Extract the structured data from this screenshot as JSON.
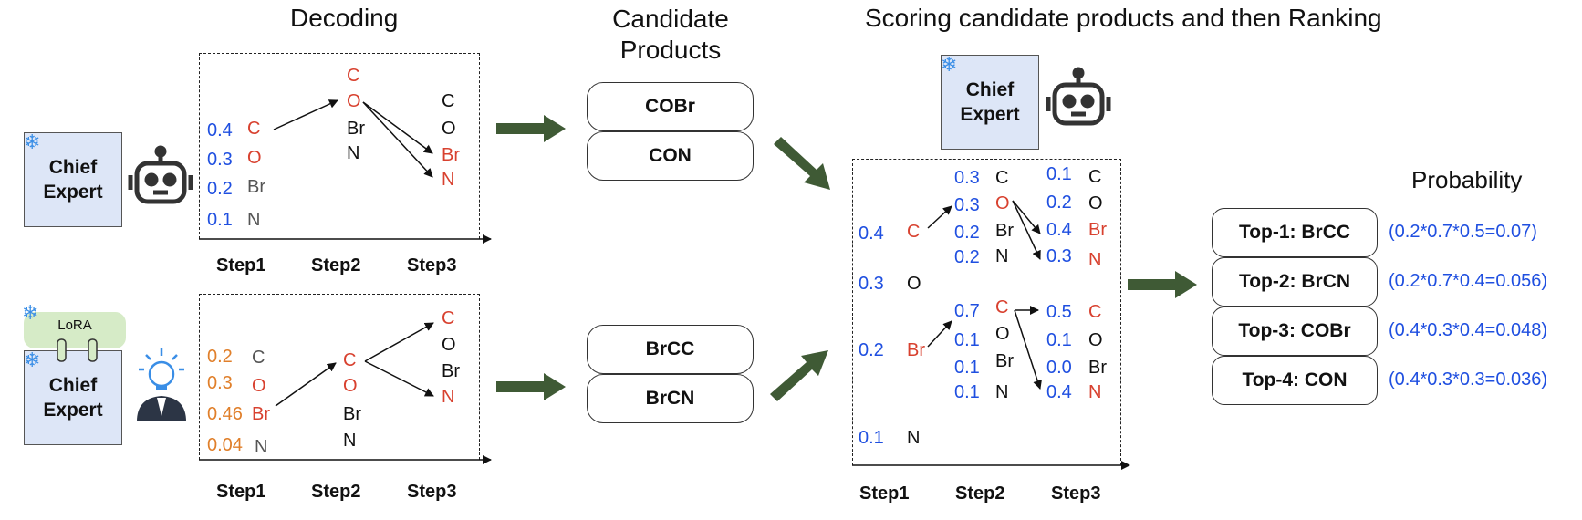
{
  "titles": {
    "decoding": "Decoding",
    "candidates": "Candidate\nProducts",
    "scoring": "Scoring candidate products and then Ranking",
    "probability": "Probability"
  },
  "experts": {
    "label": "Chief\nExpert",
    "lora": "LoRA"
  },
  "steps": [
    "Step1",
    "Step2",
    "Step3"
  ],
  "top_panel": {
    "step1": [
      {
        "p": "0.4",
        "tok": "C"
      },
      {
        "p": "0.3",
        "tok": "O"
      },
      {
        "p": "0.2",
        "tok": "Br"
      },
      {
        "p": "0.1",
        "tok": "N"
      }
    ],
    "step2": [
      "C",
      "O",
      "Br",
      "N"
    ],
    "step3": [
      "C",
      "O",
      "Br",
      "N"
    ]
  },
  "bottom_panel": {
    "step1": [
      {
        "p": "0.2",
        "tok": "C"
      },
      {
        "p": "0.3",
        "tok": "O"
      },
      {
        "p": "0.46",
        "tok": "Br"
      },
      {
        "p": "0.04",
        "tok": "N"
      }
    ],
    "step2": [
      "C",
      "O",
      "Br",
      "N"
    ],
    "step3": [
      "C",
      "O",
      "Br",
      "N"
    ]
  },
  "candidates": [
    "COBr",
    "CON",
    "BrCC",
    "BrCN"
  ],
  "scoring_panel": {
    "step1": [
      {
        "p": "0.4",
        "tok": "C"
      },
      {
        "p": "0.3",
        "tok": "O"
      },
      {
        "p": "0.2",
        "tok": "Br"
      },
      {
        "p": "0.1",
        "tok": "N"
      }
    ],
    "step2_upper": [
      {
        "p": "0.3",
        "tok": "C"
      },
      {
        "p": "0.3",
        "tok": "O"
      },
      {
        "p": "0.2",
        "tok": "Br"
      },
      {
        "p": "0.2",
        "tok": "N"
      }
    ],
    "step3_upper": [
      {
        "p": "0.1",
        "tok": "C"
      },
      {
        "p": "0.2",
        "tok": "O"
      },
      {
        "p": "0.4",
        "tok": "Br"
      },
      {
        "p": "0.3",
        "tok": "N"
      }
    ],
    "step2_lower": [
      {
        "p": "0.7",
        "tok": "C"
      },
      {
        "p": "0.1",
        "tok": "O"
      },
      {
        "p": "0.1",
        "tok": "Br"
      },
      {
        "p": "0.1",
        "tok": "N"
      }
    ],
    "step3_lower": [
      {
        "p": "0.5",
        "tok": "C"
      },
      {
        "p": "0.1",
        "tok": "O"
      },
      {
        "p": "0.0",
        "tok": "Br"
      },
      {
        "p": "0.4",
        "tok": "N"
      }
    ]
  },
  "ranking": [
    {
      "label": "Top-1:  BrCC",
      "prob": "(0.2*0.7*0.5=0.07)"
    },
    {
      "label": "Top-2:  BrCN",
      "prob": "(0.2*0.7*0.4=0.056)"
    },
    {
      "label": "Top-3:  COBr",
      "prob": "(0.4*0.3*0.4=0.048)"
    },
    {
      "label": "Top-4:  CON",
      "prob": "(0.4*0.3*0.3=0.036)"
    }
  ],
  "colors": {
    "blue": "#1f4fe0",
    "red": "#d8412f",
    "orange": "#e07f2a",
    "expert_fill": "#dde6f7",
    "lora_fill": "#d6ebc7",
    "arrow_green": "#3f5a35"
  }
}
